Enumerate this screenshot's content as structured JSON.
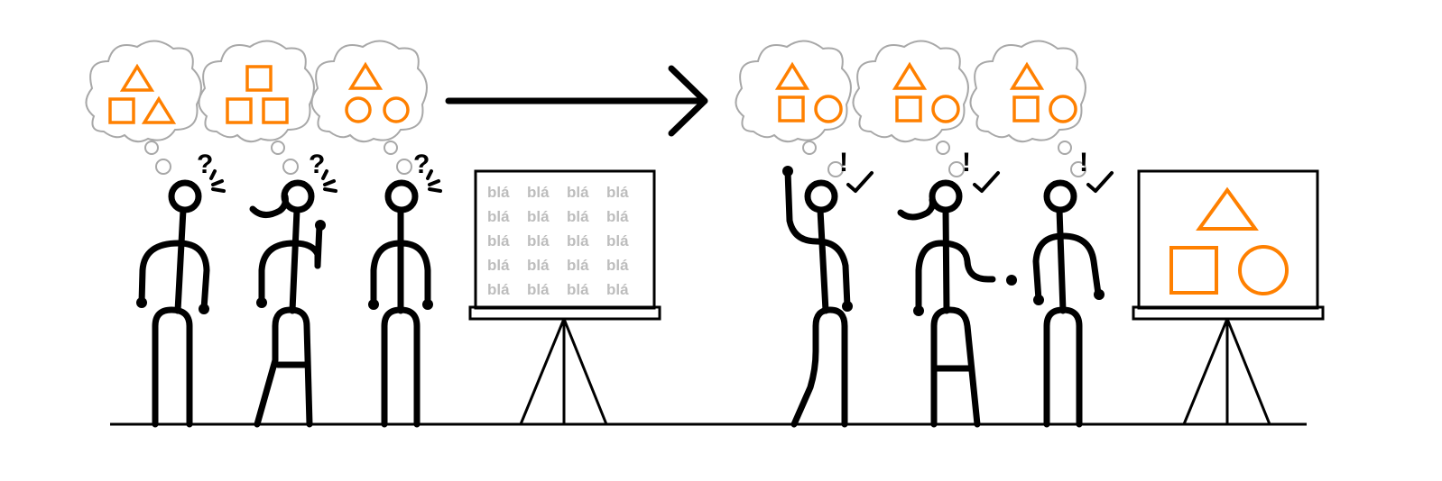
{
  "board_text": {
    "rows": [
      [
        "blá",
        "blá",
        "blá",
        "blá"
      ],
      [
        "blá",
        "blá",
        "blá",
        "blá"
      ],
      [
        "blá",
        "blá",
        "blá",
        "blá"
      ],
      [
        "blá",
        "blá",
        "blá",
        "blá"
      ],
      [
        "blá",
        "blá",
        "blá",
        "blá"
      ]
    ]
  },
  "marks": {
    "confused": "?",
    "understood": "!"
  },
  "colors": {
    "shape": "#ff8000",
    "figure": "#000000",
    "cloud": "#a8a8a8",
    "board_text": "#bdbdbd"
  }
}
